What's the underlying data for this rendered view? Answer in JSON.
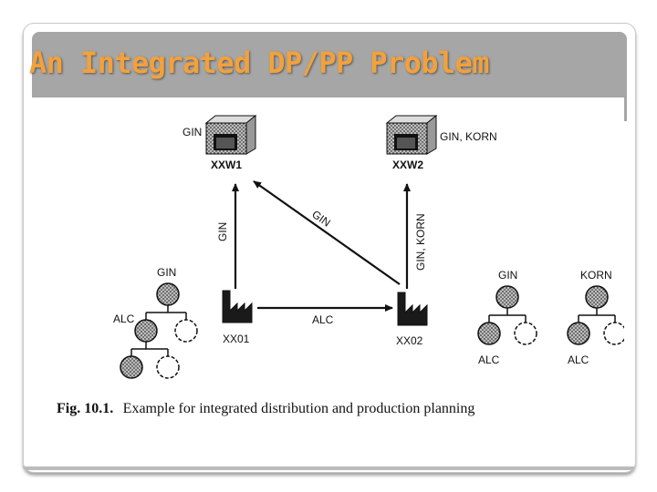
{
  "slide": {
    "title": "An Integrated DP/PP Problem"
  },
  "diagram": {
    "warehouses": [
      {
        "id": "XXW1",
        "products": "GIN"
      },
      {
        "id": "XXW2",
        "products": "GIN, KORN"
      }
    ],
    "plants": [
      {
        "id": "XX01"
      },
      {
        "id": "XX02"
      }
    ],
    "flows": [
      {
        "from": "XX01",
        "to": "XXW1",
        "label": "GIN"
      },
      {
        "from": "XX02",
        "to": "XXW1",
        "label": "GIN"
      },
      {
        "from": "XX02",
        "to": "XXW2",
        "label": "GIN, KORN"
      },
      {
        "from": "XX01",
        "to": "XX02",
        "label": "ALC"
      }
    ],
    "bom_left": {
      "top": "GIN",
      "mid": "ALC"
    },
    "bom_right_1": {
      "top": "GIN",
      "bottom": "ALC"
    },
    "bom_right_2": {
      "top": "KORN",
      "bottom": "ALC"
    },
    "caption": {
      "label": "Fig. 10.1.",
      "text": "Example for integrated distribution and production planning"
    }
  },
  "colors": {
    "title": "#f2a13c",
    "band": "#a6a6a6"
  }
}
